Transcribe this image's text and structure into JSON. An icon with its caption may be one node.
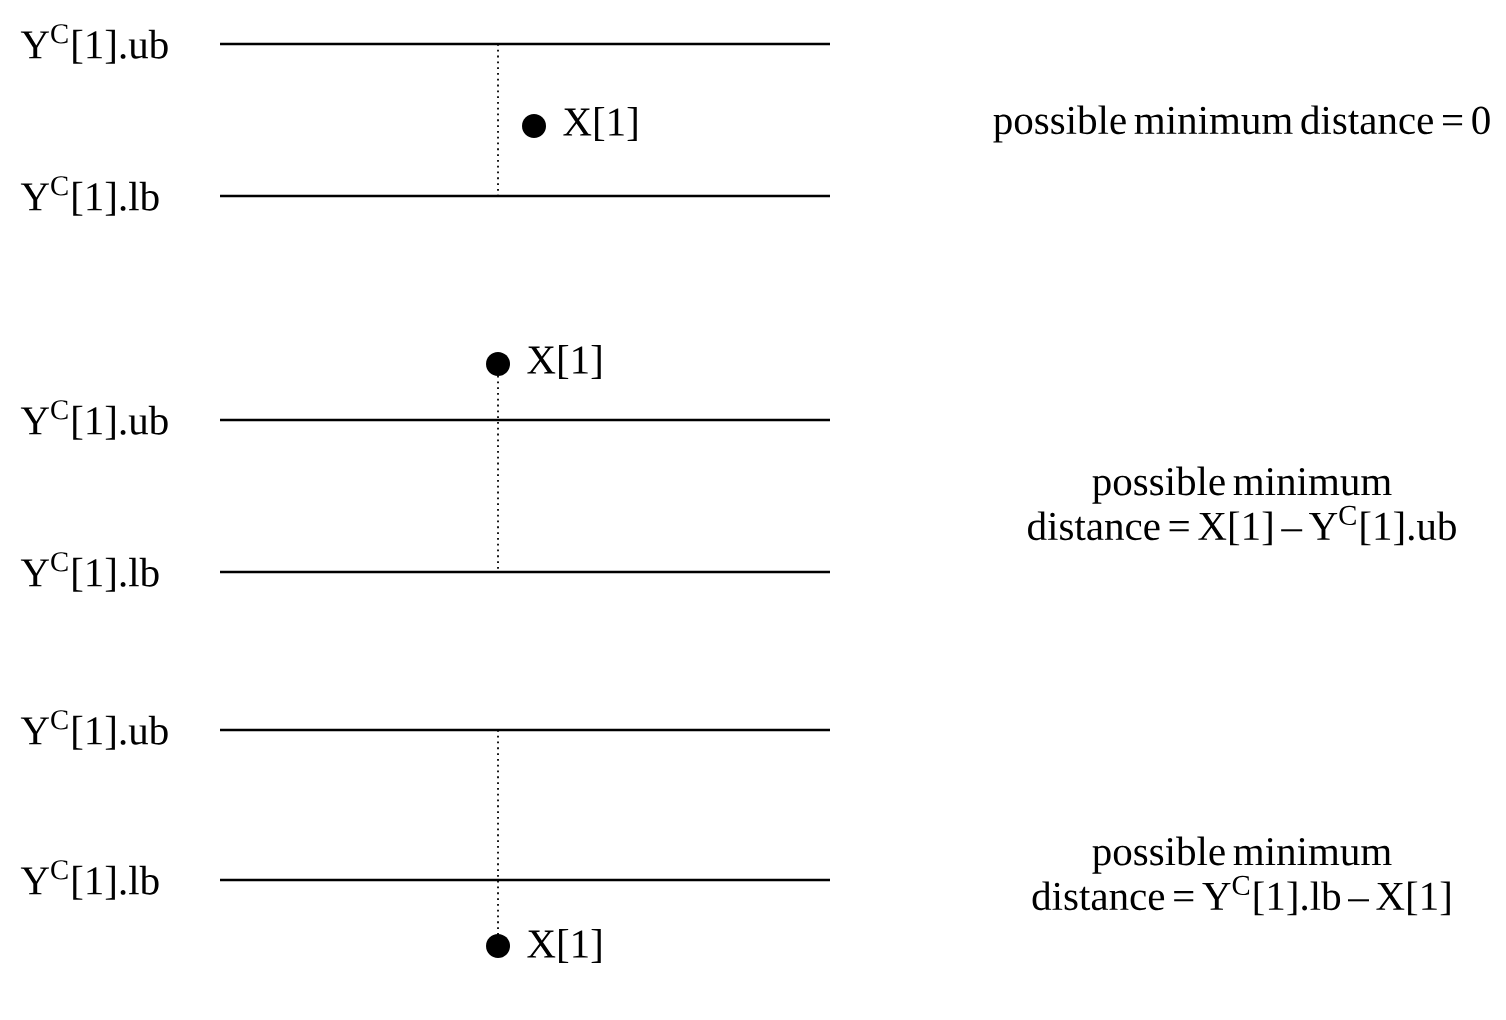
{
  "diagram": {
    "labels": [
      "Y$^{C}$[1].ub",
      "possible minimum distance = 0",
      "X[1]",
      "Y$^{C}$[1].lb",
      "X[1]",
      "Y$^{C}$[1].ub",
      "possible minimum distance = X[1] – Y$^{C}$[1].ub",
      "Y$^{C}$[1].lb",
      "Y$^{C}$[1].ub",
      "possible minimum distance = Y$^{C}$[1].lb – X[1]",
      "Y$^{C}$[1].lb",
      "X[1]"
    ]
  }
}
